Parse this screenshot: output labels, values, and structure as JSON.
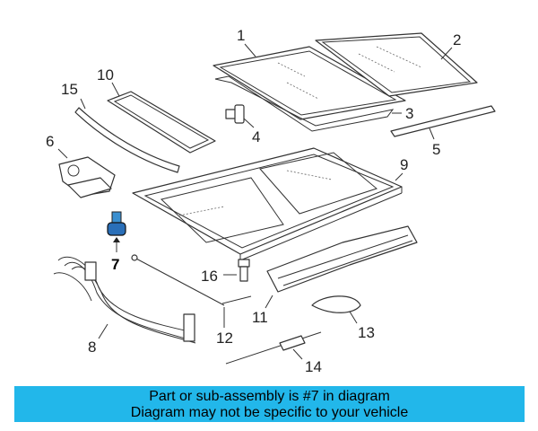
{
  "callouts": {
    "c1": "1",
    "c2": "2",
    "c3": "3",
    "c4": "4",
    "c5": "5",
    "c6": "6",
    "c7": "7",
    "c8": "8",
    "c9": "9",
    "c10": "10",
    "c11": "11",
    "c12": "12",
    "c13": "13",
    "c14": "14",
    "c15": "15",
    "c16": "16"
  },
  "highlight_part": "7",
  "banner": {
    "line1": "Part or sub-assembly is #7 in diagram",
    "line2": "Diagram may not be specific to your vehicle",
    "color": "#22b7ea"
  }
}
